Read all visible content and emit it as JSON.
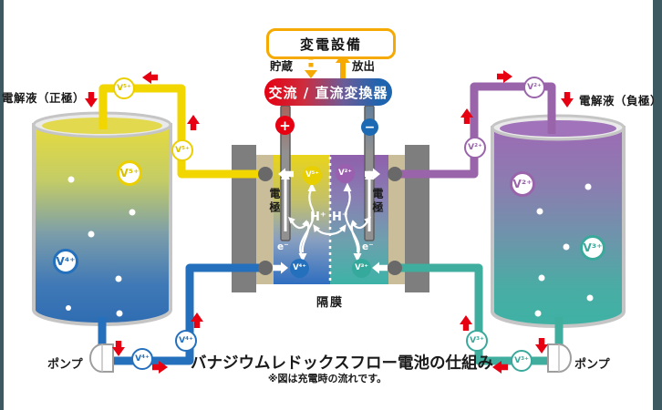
{
  "diagram": {
    "title": "バナジウムレドックスフロー電池の仕組み",
    "note": "※図は充電時の流れです。"
  },
  "top_system": {
    "substation": "変電設備",
    "store_label": "貯蔵",
    "release_label": "放出",
    "converter": "交流 / 直流変換器"
  },
  "ions": {
    "v5": "V⁵⁺",
    "v4": "V⁴⁺",
    "v2": "V²⁺",
    "v3": "V³⁺"
  },
  "left_side": {
    "electrolyte_label": "電解液（正極）",
    "pump_label": "ポンプ"
  },
  "right_side": {
    "electrolyte_label": "電解液（負極）",
    "pump_label": "ポンプ"
  },
  "cell": {
    "electrode_label": "電極",
    "membrane_label": "隔膜",
    "proton": "H⁺",
    "electron": "e⁻",
    "positive_terminal": "+",
    "negative_terminal": "−"
  },
  "colors": {
    "v5_yellow": "#f1d600",
    "v4_blue": "#2470bd",
    "v2_purple": "#9a64ab",
    "v3_teal": "#3fae9f",
    "flow_red": "#e60012",
    "power_orange": "#f6a900",
    "converter_red": "#e50012",
    "converter_blue": "#1f64ae"
  }
}
